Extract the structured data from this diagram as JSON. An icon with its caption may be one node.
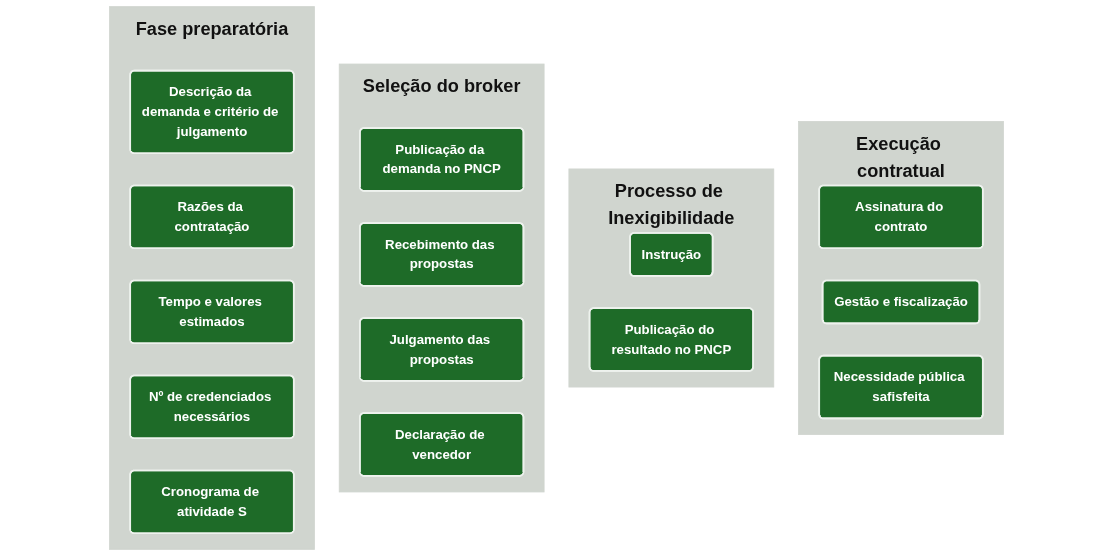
{
  "diagram": {
    "nodes": [
      {
        "text": [
          "Fase preparatória"
        ]
      },
      {
        "text": [
          "Descrição da demanda e critério de julgamento"
        ],
        "in": 0
      },
      {
        "text": [
          "Razões da contratação"
        ],
        "in": 0
      },
      {
        "text": [
          "Tempo e valores estimados"
        ],
        "in": 0
      },
      {
        "text": [
          "Nº de credenciados necessários"
        ],
        "in": 0
      },
      {
        "text": [
          "Cronograma de atividade S"
        ],
        "in": 0
      },
      {
        "text": [
          "Seleção do broker"
        ]
      },
      {
        "text": [
          "Publicação da demanda no PNCP"
        ],
        "in": 6
      },
      {
        "text": [
          "Recebimento das propostas"
        ],
        "in": 6
      },
      {
        "text": [
          "Julgamento das propostas"
        ],
        "in": 6
      },
      {
        "text": [
          "Declaração de vencedor"
        ],
        "in": 6
      },
      {
        "text": [
          "Processo de Inexigibilidade"
        ]
      },
      {
        "text": [
          "Instrução"
        ],
        "in": 11
      },
      {
        "text": [
          "Publicação do resultado no PNCP"
        ],
        "in": 11
      },
      {
        "text": [
          "Execução contratual"
        ]
      },
      {
        "text": [
          "Assinatura do contrato"
        ],
        "in": 14
      },
      {
        "text": [
          "Gestão e fiscalização"
        ],
        "in": 14
      },
      {
        "text": [
          "Necessidade pública safisfeita"
        ],
        "in": 14
      }
    ]
  }
}
